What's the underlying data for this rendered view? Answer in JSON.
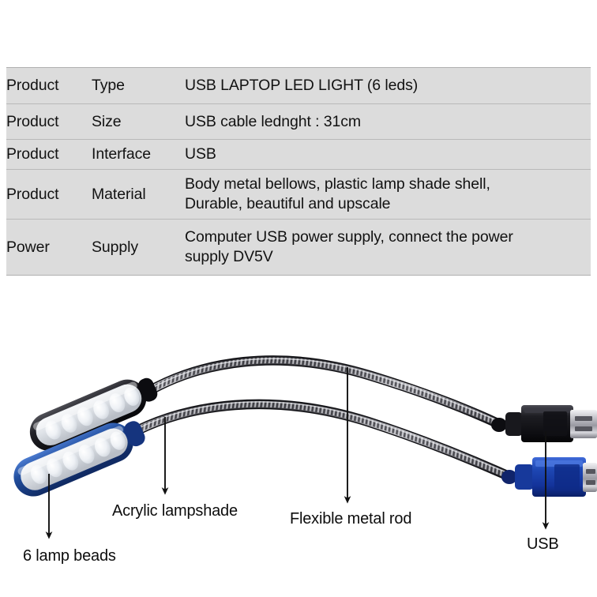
{
  "spec_table": {
    "rows": [
      {
        "label_a": "Product",
        "label_b": "Type",
        "value_lines": [
          "USB LAPTOP  LED  LIGHT (6 leds)"
        ]
      },
      {
        "label_a": "Product",
        "label_b": "Size",
        "value_lines": [
          "USB cable lednght : 31cm"
        ]
      },
      {
        "label_a": "Product",
        "label_b": "Interface",
        "value_lines": [
          "USB"
        ]
      },
      {
        "label_a": "Product",
        "label_b": "Material",
        "value_lines": [
          "Body metal bellows, plastic lamp shade shell,",
          "Durable, beautiful and upscale"
        ]
      },
      {
        "label_a": "Power",
        "label_b": "Supply",
        "value_lines": [
          "Computer USB power supply, connect the power",
          "supply  DV5V"
        ]
      }
    ]
  },
  "product_figure": {
    "callouts": {
      "lamp_beads": "6 lamp beads",
      "acrylic_lampshade": "Acrylic lampshade",
      "flexible_rod": "Flexible metal rod",
      "usb": "USB"
    },
    "colors": {
      "lamp_blue": "#1f4fa8",
      "lamp_black": "#1c1c20",
      "usb_blue": "#1b44b0",
      "usb_black": "#151518",
      "gooseneck": "#8d8d92",
      "diffuser": "#dfe2e6",
      "led_bead": "#f2f4f7",
      "arrow": "#111111",
      "table_bg": "#dcdcdc",
      "table_border": "#b9b9b9",
      "page_bg": "#ffffff"
    },
    "led_bead_count": 6,
    "lamp_count": 2,
    "usb_connector_count": 2
  }
}
